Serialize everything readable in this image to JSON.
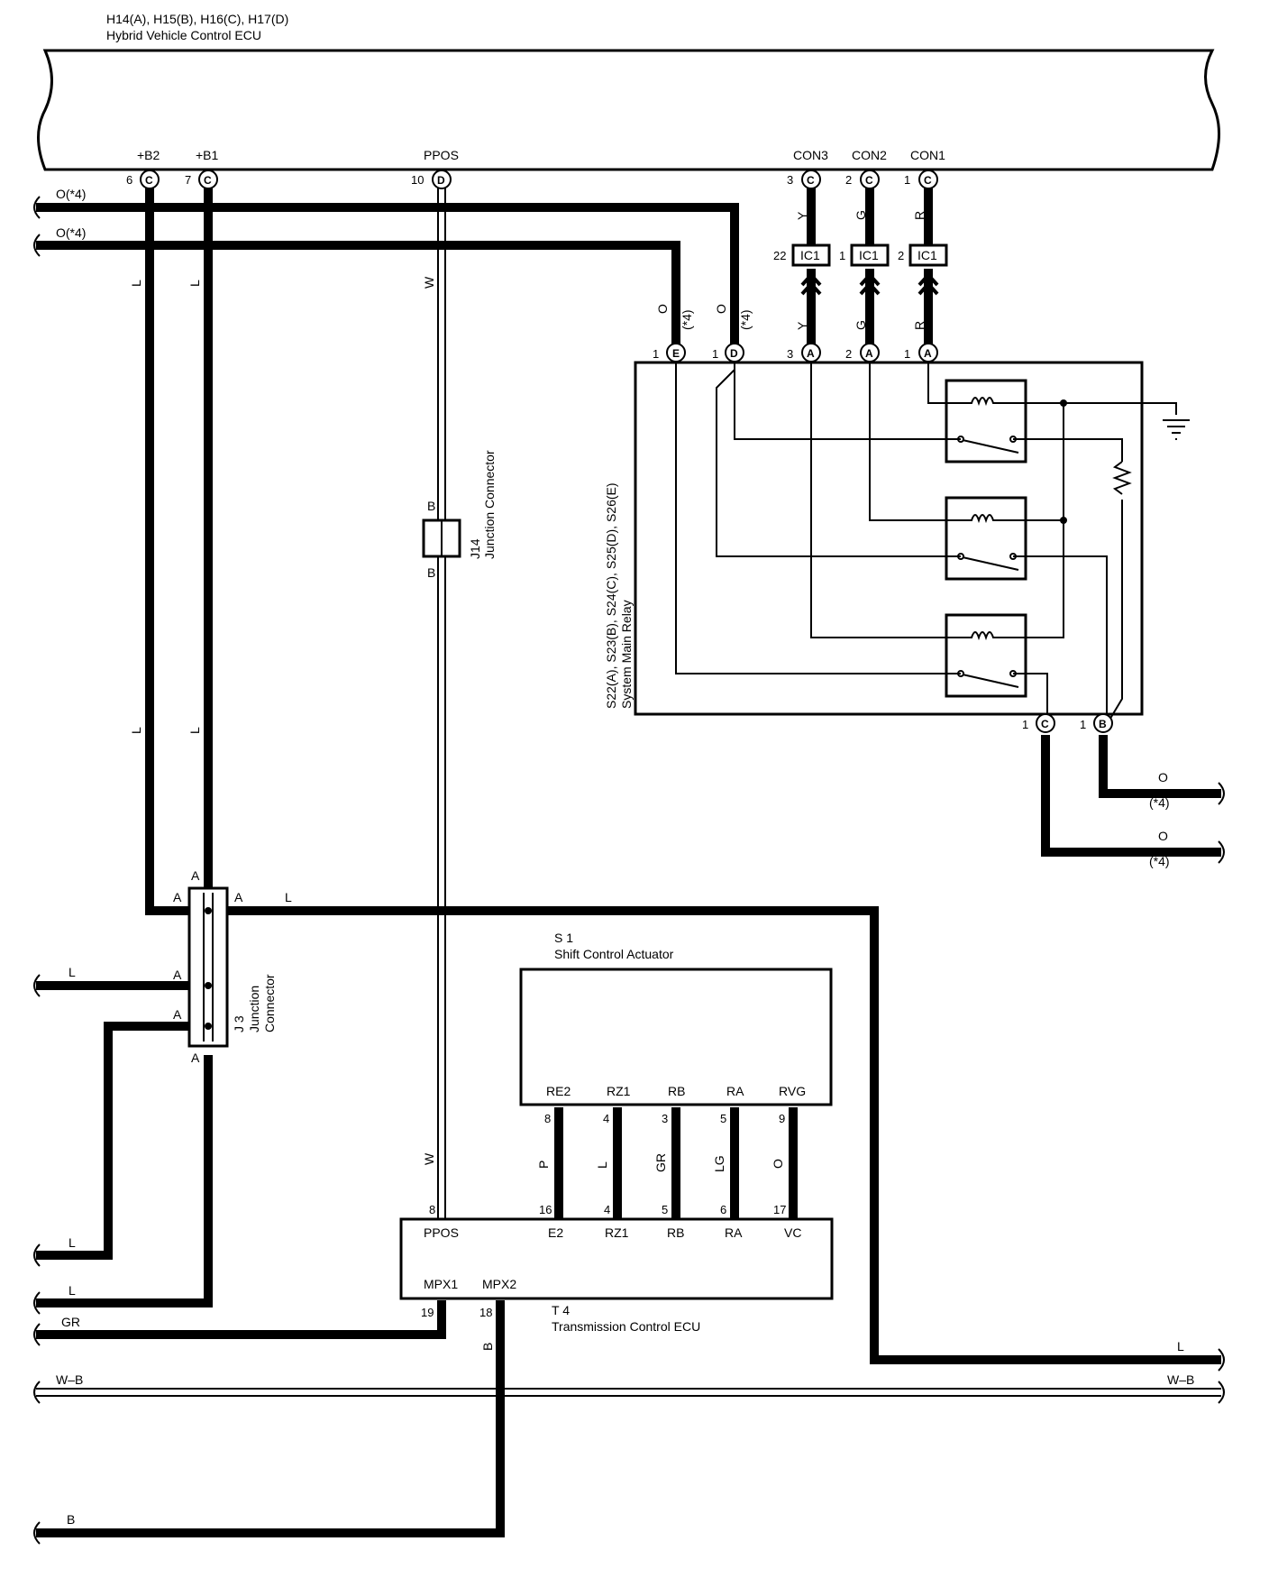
{
  "ecu": {
    "title_line1": "H14(A), H15(B), H16(C), H17(D)",
    "title_line2": "Hybrid Vehicle Control ECU",
    "terminals": [
      {
        "pin": "6",
        "code": "C",
        "name": "+B2"
      },
      {
        "pin": "7",
        "code": "C",
        "name": "+B1"
      },
      {
        "pin": "10",
        "code": "D",
        "name": "PPOS"
      },
      {
        "pin": "3",
        "code": "C",
        "name": "CON3"
      },
      {
        "pin": "2",
        "code": "C",
        "name": "CON2"
      },
      {
        "pin": "1",
        "code": "C",
        "name": "CON1"
      }
    ]
  },
  "left_wires": {
    "o1": "O(*4)",
    "o2": "O(*4)",
    "l_b2": "L",
    "l_b1": "L",
    "l_b2_low": "L",
    "l_b1_low": "L",
    "ppos_top": "W",
    "ppos_low": "W"
  },
  "ic1": {
    "code": "IC1",
    "pins": [
      "22",
      "1",
      "2"
    ],
    "wire_colors_top": [
      "Y",
      "G",
      "R"
    ],
    "wire_colors_bottom": [
      "Y",
      "G",
      "R"
    ]
  },
  "j14": {
    "label_line1": "J14",
    "label_line2": "Junction Connector",
    "pin_top": "B",
    "pin_bottom": "B"
  },
  "relay": {
    "label_line1": "S22(A), S23(B), S24(C), S25(D), S26(E)",
    "label_line2": "System Main Relay",
    "top_terminals": [
      {
        "pin": "1",
        "code": "E",
        "wire": "O",
        "note": "(*4)"
      },
      {
        "pin": "1",
        "code": "D",
        "wire": "O",
        "note": "(*4)"
      },
      {
        "pin": "3",
        "code": "A"
      },
      {
        "pin": "2",
        "code": "A"
      },
      {
        "pin": "1",
        "code": "A"
      }
    ],
    "bottom_terminals": [
      {
        "pin": "1",
        "code": "C"
      },
      {
        "pin": "1",
        "code": "B"
      }
    ],
    "out_wire_1": "O",
    "out_note_1": "(*4)",
    "out_wire_2": "O",
    "out_note_2": "(*4)"
  },
  "j3": {
    "label_line1": "J 3",
    "label_line2": "Junction",
    "label_line3": "Connector",
    "pins": [
      "A",
      "A",
      "A",
      "A",
      "A",
      "A"
    ],
    "wire_l_right": "L",
    "wire_l_left": "L"
  },
  "s1": {
    "title_line1": "S 1",
    "title_line2": "Shift Control Actuator",
    "terminals": [
      {
        "name": "RE2",
        "pin": "8",
        "wire": "P"
      },
      {
        "name": "RZ1",
        "pin": "4",
        "wire": "L"
      },
      {
        "name": "RB",
        "pin": "3",
        "wire": "GR"
      },
      {
        "name": "RA",
        "pin": "5",
        "wire": "LG"
      },
      {
        "name": "RVG",
        "pin": "9",
        "wire": "O"
      }
    ]
  },
  "t4": {
    "title_line1": "T 4",
    "title_line2": "Transmission Control ECU",
    "top_terminals": [
      {
        "name": "PPOS",
        "pin": "8"
      },
      {
        "name": "E2",
        "pin": "16"
      },
      {
        "name": "RZ1",
        "pin": "4"
      },
      {
        "name": "RB",
        "pin": "5"
      },
      {
        "name": "RA",
        "pin": "6"
      },
      {
        "name": "VC",
        "pin": "17"
      }
    ],
    "bottom_terminals": [
      {
        "name": "MPX1",
        "pin": "19"
      },
      {
        "name": "MPX2",
        "pin": "18"
      }
    ],
    "mpx2_wire": "B"
  },
  "bottom_wires": {
    "l1": "L",
    "l2": "L",
    "gr": "GR",
    "l_right": "L",
    "wb_left": "W–B",
    "wb_right": "W–B",
    "b": "B"
  }
}
